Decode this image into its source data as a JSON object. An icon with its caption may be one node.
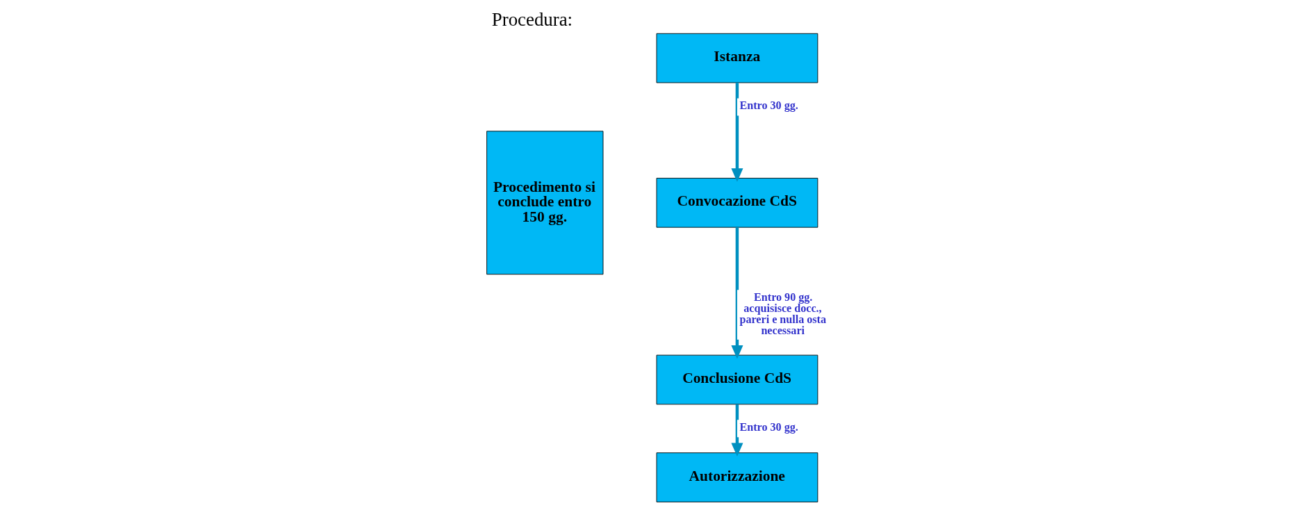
{
  "diagram": {
    "title": "Procedura:",
    "nodes": [
      {
        "text": [
          "Procedimento si conclude entro 150 gg."
        ]
      },
      {
        "text": [
          "Istanza"
        ]
      },
      {
        "text": [
          "Convocazione CdS"
        ]
      },
      {
        "text": [
          "Conclusione CdS"
        ]
      },
      {
        "text": [
          "Autorizzazione"
        ]
      }
    ],
    "edges": [
      {
        "from": 1,
        "to": 2,
        "arrow": "to",
        "label": "Entro 30 gg."
      },
      {
        "from": 2,
        "to": 3,
        "arrow": "to",
        "label": "Entro 90 gg. acquisisce docc., pareri e nulla osta necessari"
      },
      {
        "from": 3,
        "to": 4,
        "arrow": "to",
        "label": "Entro 30 gg."
      }
    ]
  }
}
